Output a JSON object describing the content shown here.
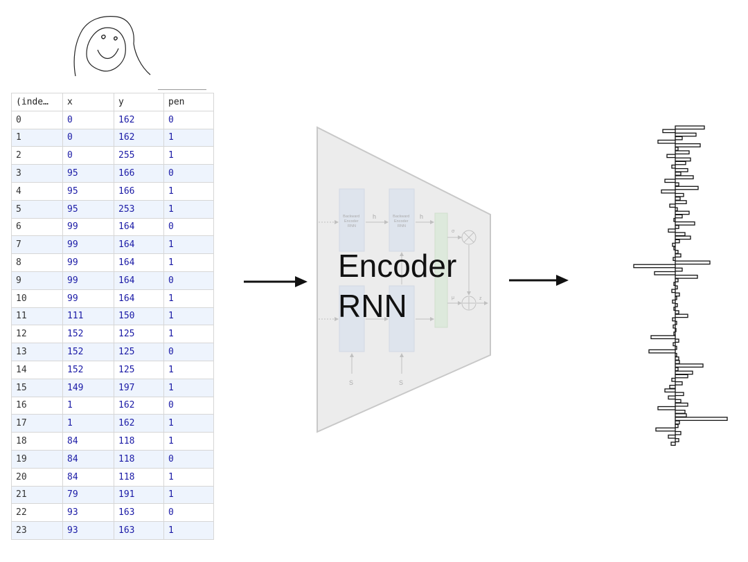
{
  "table": {
    "columns": [
      "(inde…",
      "x",
      "y",
      "pen"
    ],
    "rows": [
      [
        "0",
        "0",
        "162",
        "0"
      ],
      [
        "1",
        "0",
        "162",
        "1"
      ],
      [
        "2",
        "0",
        "255",
        "1"
      ],
      [
        "3",
        "95",
        "166",
        "0"
      ],
      [
        "4",
        "95",
        "166",
        "1"
      ],
      [
        "5",
        "95",
        "253",
        "1"
      ],
      [
        "6",
        "99",
        "164",
        "0"
      ],
      [
        "7",
        "99",
        "164",
        "1"
      ],
      [
        "8",
        "99",
        "164",
        "1"
      ],
      [
        "9",
        "99",
        "164",
        "0"
      ],
      [
        "10",
        "99",
        "164",
        "1"
      ],
      [
        "11",
        "111",
        "150",
        "1"
      ],
      [
        "12",
        "152",
        "125",
        "1"
      ],
      [
        "13",
        "152",
        "125",
        "0"
      ],
      [
        "14",
        "152",
        "125",
        "1"
      ],
      [
        "15",
        "149",
        "197",
        "1"
      ],
      [
        "16",
        "1",
        "162",
        "0"
      ],
      [
        "17",
        "1",
        "162",
        "1"
      ],
      [
        "18",
        "84",
        "118",
        "1"
      ],
      [
        "19",
        "84",
        "118",
        "0"
      ],
      [
        "20",
        "84",
        "118",
        "1"
      ],
      [
        "21",
        "79",
        "191",
        "1"
      ],
      [
        "22",
        "93",
        "163",
        "0"
      ],
      [
        "23",
        "93",
        "163",
        "1"
      ]
    ]
  },
  "encoder": {
    "title_line1": "Encoder",
    "title_line2": "RNN",
    "inner_labels": {
      "backward_1": [
        "Backward",
        "Encoder",
        "RNN"
      ],
      "backward_2": [
        "Backward",
        "Encoder",
        "RNN"
      ],
      "h1": "h",
      "h2": "h",
      "sigma": "σ",
      "mu": "μ",
      "z": "z",
      "s1": "S",
      "s2": "S"
    }
  },
  "latent_code": {
    "type": "bar",
    "values": [
      0.42,
      -0.18,
      0.3,
      0.1,
      -0.25,
      0.36,
      0.04,
      0.2,
      -0.12,
      0.22,
      0.15,
      -0.05,
      0.18,
      0.08,
      0.26,
      -0.15,
      0.05,
      0.33,
      -0.2,
      0.12,
      0.07,
      0.16,
      -0.08,
      0.03,
      0.2,
      0.1,
      -0.02,
      0.28,
      0.05,
      -0.1,
      0.14,
      0.22,
      0.06,
      -0.04,
      -0.02,
      0.04,
      0.08,
      -0.03,
      0.5,
      -0.6,
      0.1,
      -0.3,
      0.32,
      0.04,
      -0.02,
      0.03,
      -0.05,
      0.06,
      0.02,
      -0.04,
      0.03,
      -0.02,
      0.05,
      0.18,
      -0.04,
      0.02,
      -0.03,
      0.01,
      -0.02,
      -0.35,
      0.05,
      -0.03,
      0.02,
      -0.38,
      0.02,
      0.05,
      0.06,
      0.4,
      0.04,
      0.25,
      0.18,
      -0.05,
      0.1,
      -0.08,
      -0.15,
      0.12,
      -0.1,
      0.08,
      0.18,
      -0.25,
      0.14,
      0.16,
      0.75,
      0.06,
      0.04,
      -0.28,
      0.08,
      -0.1,
      0.05,
      -0.06
    ]
  }
}
